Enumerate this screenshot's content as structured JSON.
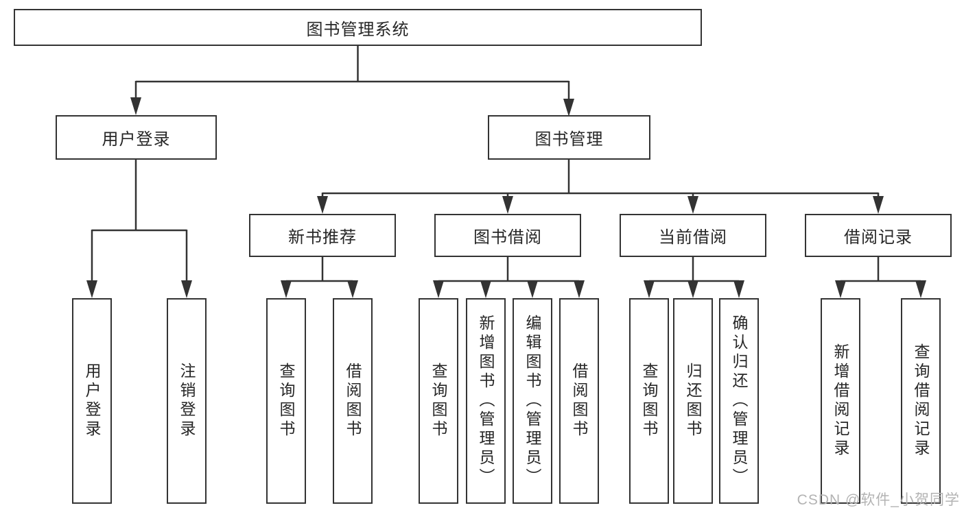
{
  "tree": {
    "label": "图书管理系统",
    "children": [
      {
        "label": "用户登录",
        "children": [
          {
            "label": "用户登录"
          },
          {
            "label": "注销登录"
          }
        ]
      },
      {
        "label": "图书管理",
        "children": [
          {
            "label": "新书推荐",
            "children": [
              {
                "label": "查询图书"
              },
              {
                "label": "借阅图书"
              }
            ]
          },
          {
            "label": "图书借阅",
            "children": [
              {
                "label": "查询图书"
              },
              {
                "label": "新增图书（管理员）"
              },
              {
                "label": "编辑图书（管理员）"
              },
              {
                "label": "借阅图书"
              }
            ]
          },
          {
            "label": "当前借阅",
            "children": [
              {
                "label": "查询图书"
              },
              {
                "label": "归还图书"
              },
              {
                "label": "确认归还（管理员）"
              }
            ]
          },
          {
            "label": "借阅记录",
            "children": [
              {
                "label": "新增借阅记录"
              },
              {
                "label": "查询借阅记录"
              }
            ]
          }
        ]
      }
    ]
  },
  "watermark": {
    "text": "CSDN @软件_小贺同学"
  },
  "colors": {
    "line": "#333333",
    "text": "#262626",
    "box_bg": "#ffffff",
    "background": "#ffffff",
    "watermark": "#b3b3b3"
  }
}
